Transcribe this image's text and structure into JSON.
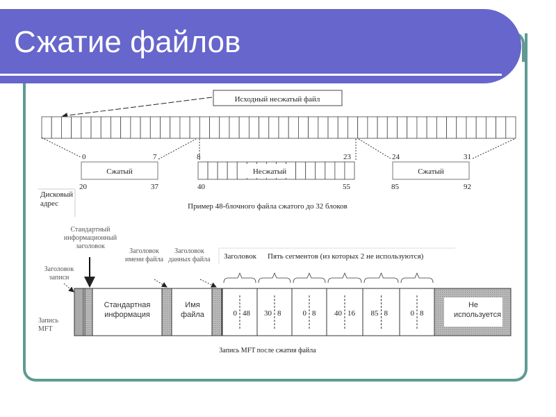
{
  "title": "Сжатие файлов",
  "top_diagram": {
    "source_label": "Исходный несжатый файл",
    "cell_count": 48,
    "segments": [
      {
        "label": "Сжатый",
        "start_block": "0",
        "end_block": "7",
        "start_addr": "20",
        "end_addr": "37"
      },
      {
        "label": "Несжатый",
        "start_block": "8",
        "end_block": "23",
        "start_addr": "40",
        "end_addr": "55"
      },
      {
        "label": "Сжатый",
        "start_block": "24",
        "end_block": "31",
        "start_addr": "85",
        "end_addr": "92"
      }
    ],
    "disk_address_label": "Дисковый адрес",
    "caption": "Пример 48-блочного файла сжатого до 32 блоков"
  },
  "bottom_diagram": {
    "std_info_header_label": "Стандартный информационный заголовок",
    "record_header_label": "Заголовок записи",
    "filename_header_label": "Заголовок имени файла",
    "data_header_label": "Заголовок данных файла",
    "header_label": "Заголовок",
    "segments_label": "Пять сегментов (из которых 2 не используются)",
    "std_info": "Стандартная информация",
    "file_name": "Имя файла",
    "runs": [
      [
        "0",
        "48"
      ],
      [
        "30",
        "8"
      ],
      [
        "0",
        "8"
      ],
      [
        "40",
        "16"
      ],
      [
        "85",
        "8"
      ],
      [
        "0",
        "8"
      ]
    ],
    "unused": "Не используется",
    "mft_record_label": "Запись MFT",
    "caption": "Запись MFT после сжатия файла"
  }
}
